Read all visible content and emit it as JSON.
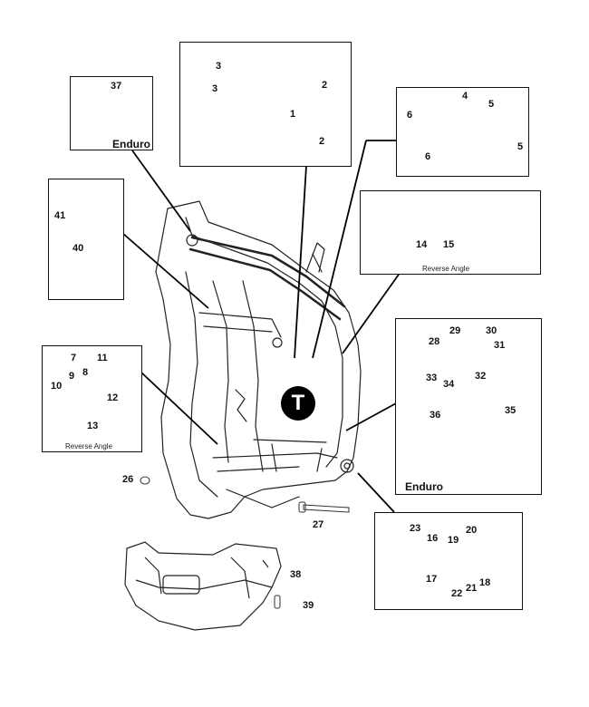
{
  "callouts": {
    "box_top_center": {
      "n1": "1",
      "n2a": "2",
      "n2b": "2",
      "n3a": "3",
      "n3b": "3"
    },
    "box_key": {
      "n37": "37",
      "label": "Enduro"
    },
    "box_top_right": {
      "n4": "4",
      "n5a": "5",
      "n5b": "5",
      "n6a": "6",
      "n6b": "6"
    },
    "box_left_top": {
      "n40": "40",
      "n41": "41"
    },
    "box_reverse_right": {
      "n14": "14",
      "n15": "15",
      "caption": "Reverse Angle"
    },
    "box_reverse_left": {
      "n7": "7",
      "n8": "8",
      "n9": "9",
      "n10": "10",
      "n11": "11",
      "n12": "12",
      "n13": "13",
      "caption": "Reverse Angle"
    },
    "box_stand": {
      "n28": "28",
      "n29": "29",
      "n30": "30",
      "n31": "31",
      "n32": "32",
      "n33": "33",
      "n34": "34",
      "n35": "35",
      "n36": "36",
      "label": "Enduro"
    },
    "box_footpeg": {
      "n16": "16",
      "n17": "17",
      "n18": "18",
      "n19": "19",
      "n20": "20",
      "n21": "21",
      "n22": "22",
      "n23": "23"
    }
  },
  "loose_labels": {
    "n26": "26",
    "n27": "27",
    "n38": "38",
    "n39": "39"
  },
  "badge": "T"
}
